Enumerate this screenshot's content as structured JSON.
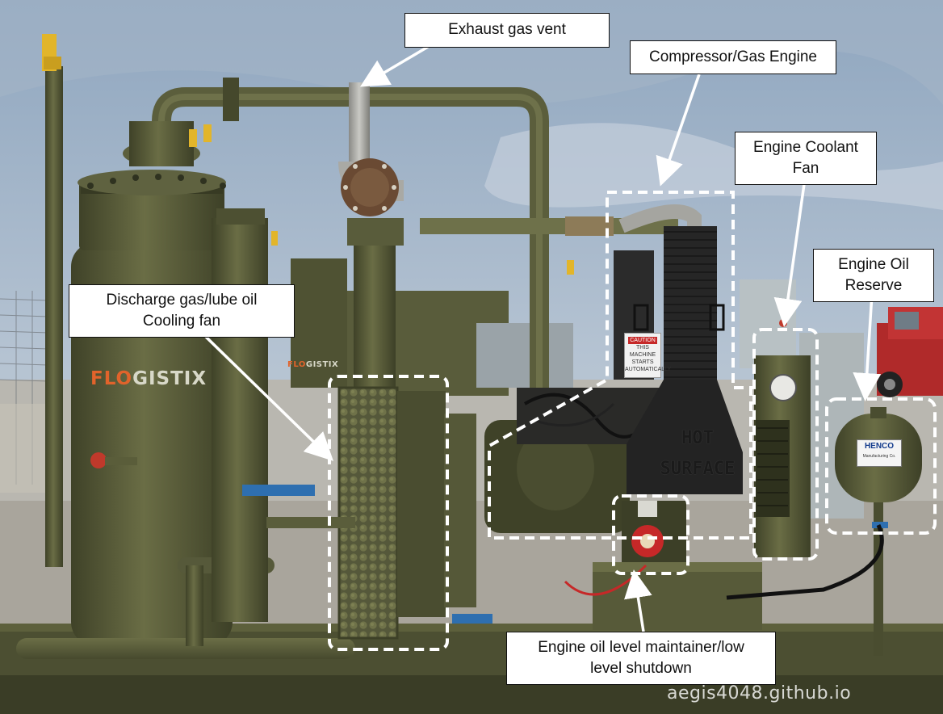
{
  "callouts": {
    "exhaust_vent": "Exhaust gas vent",
    "compressor_engine": "Compressor/Gas Engine",
    "coolant_fan": "Engine Coolant\nFan",
    "oil_reserve": "Engine Oil\nReserve",
    "discharge_fan": "Discharge gas/lube oil\nCooling fan",
    "oil_level": "Engine oil level maintainer/low\nlevel shutdown"
  },
  "signage": {
    "brand_part1": "FLO",
    "brand_part2": "GISTIX",
    "hot_line1": "HOT",
    "hot_line2": "SURFACE",
    "caution_title": "CAUTION",
    "caution_body": "THIS MACHINE STARTS AUTOMATICALLY",
    "tank_brand": "HENCO",
    "tank_sub": "Manufacturing Co."
  },
  "watermark": "aegis4048.github.io",
  "colors": {
    "sky": "#a9b8c8",
    "equipment_olive": "#5c5f3c",
    "callout_border": "#111111",
    "highlight_dash": "#ffffff",
    "brand_orange": "#e1632b"
  }
}
